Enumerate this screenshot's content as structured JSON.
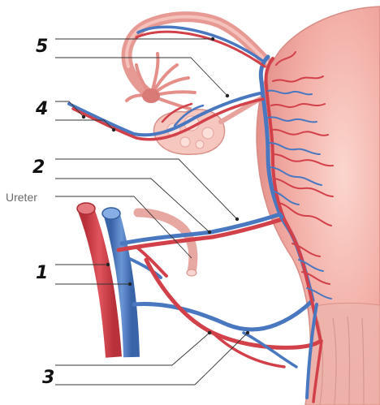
{
  "labels": {
    "n1": "1",
    "n2": "2",
    "n3": "3",
    "n4": "4",
    "n5": "5",
    "ureter": "Ureter"
  },
  "colors": {
    "artery": "#d2404a",
    "vein": "#4a78c0",
    "uterus": "#f3b2aa",
    "leader": "#333333"
  }
}
